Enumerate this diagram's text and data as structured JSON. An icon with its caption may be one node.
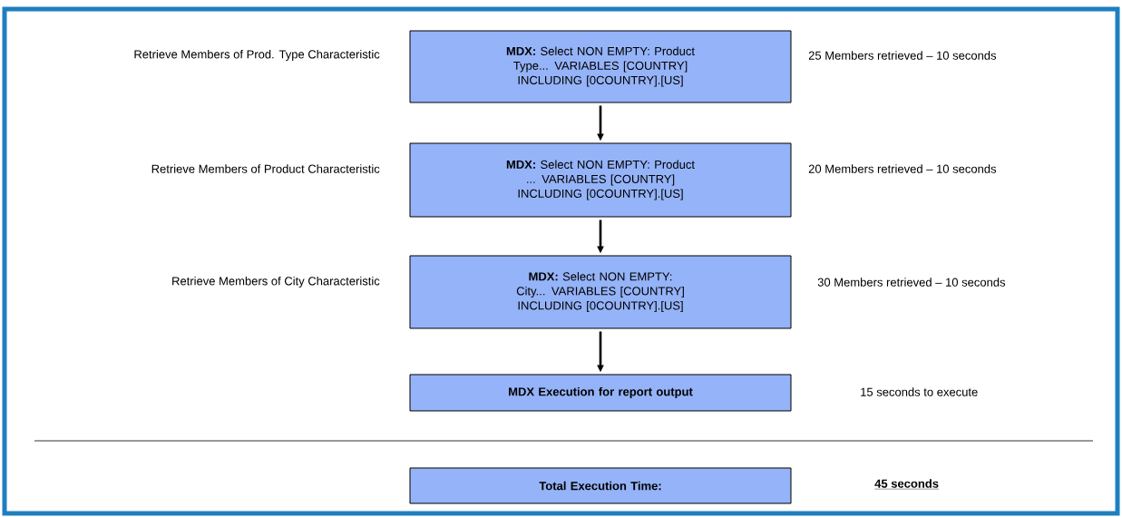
{
  "diagram": {
    "nodes": [
      {
        "text": [
          "**MDX:** Select NON EMPTY: Product Type... VARIABLES [COUNTRY] INCLUDING [0COUNTRY].[US]"
        ],
        "beside": [
          "Retrieve Members of Prod. Type Characteristic",
          "25 Members retrieved – 10 seconds"
        ]
      },
      {
        "text": [
          "**MDX:** Select NON EMPTY: Product ... VARIABLES [COUNTRY] INCLUDING [0COUNTRY].[US]"
        ],
        "beside": [
          "Retrieve Members of Product Characteristic",
          "20 Members retrieved – 10 seconds"
        ]
      },
      {
        "text": [
          "**MDX:** Select NON EMPTY: City... VARIABLES [COUNTRY] INCLUDING [0COUNTRY].[US]"
        ],
        "beside": [
          "Retrieve Members of City Characteristic",
          "30 Members retrieved – 10 seconds"
        ]
      },
      {
        "text": [
          "MDX Execution for report output"
        ]
      },
      {
        "text": [
          "Total Execution Time:"
        ]
      }
    ],
    "labels": [
      "15 seconds to execute",
      "45 seconds"
    ],
    "edges": [
      {
        "from": 0,
        "to": 1,
        "arrow": "to"
      },
      {
        "from": 1,
        "to": 2,
        "arrow": "to"
      },
      {
        "from": 2,
        "to": 3,
        "arrow": "to"
      }
    ]
  }
}
